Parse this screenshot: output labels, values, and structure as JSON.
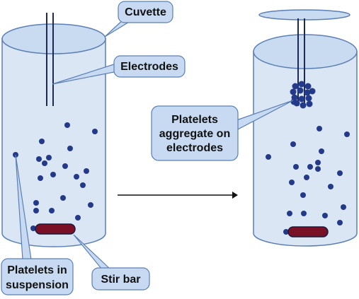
{
  "labels": {
    "cuvette": "Cuvette",
    "electrodes": "Electrodes",
    "platelets_aggregate": [
      "Platelets",
      "aggregate on",
      "electrodes"
    ],
    "platelets_suspension": [
      "Platelets in",
      "suspension"
    ],
    "stir_bar": "Stir bar"
  },
  "colors": {
    "cylinder_fill": "#dbe6f5",
    "cylinder_top": "#c9dbf0",
    "cylinder_stroke": "#5a7fb5",
    "callout_fill": "#c7daf1",
    "callout_stroke": "#5a7fb5",
    "platelet": "#233a8a",
    "stir_bar": "#7a1026",
    "electrode": "#1e2a55",
    "arrow": "#111111"
  }
}
